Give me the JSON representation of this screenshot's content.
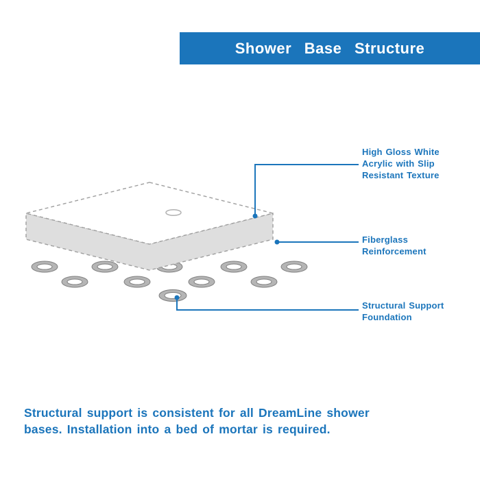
{
  "header": {
    "title": "Shower Base Structure"
  },
  "labels": {
    "acrylic": "High Gloss White Acrylic with Slip Resistant Texture",
    "fiberglass": "Fiberglass Reinforcement",
    "support": "Structural Support Foundation"
  },
  "footer": {
    "text": "Structural support is consistent for all DreamLine shower bases. Installation into a bed of mortar is required."
  },
  "colors": {
    "brand_blue": "#1b75bb",
    "layer_gray": "#dedede",
    "ring_gray": "#b5b5b5",
    "dashed_line_gray": "#9e9e9e",
    "background": "#ffffff"
  },
  "diagram": {
    "parts": [
      "acrylic-top-layer",
      "drain",
      "fiberglass-layer",
      "support-rings"
    ]
  }
}
